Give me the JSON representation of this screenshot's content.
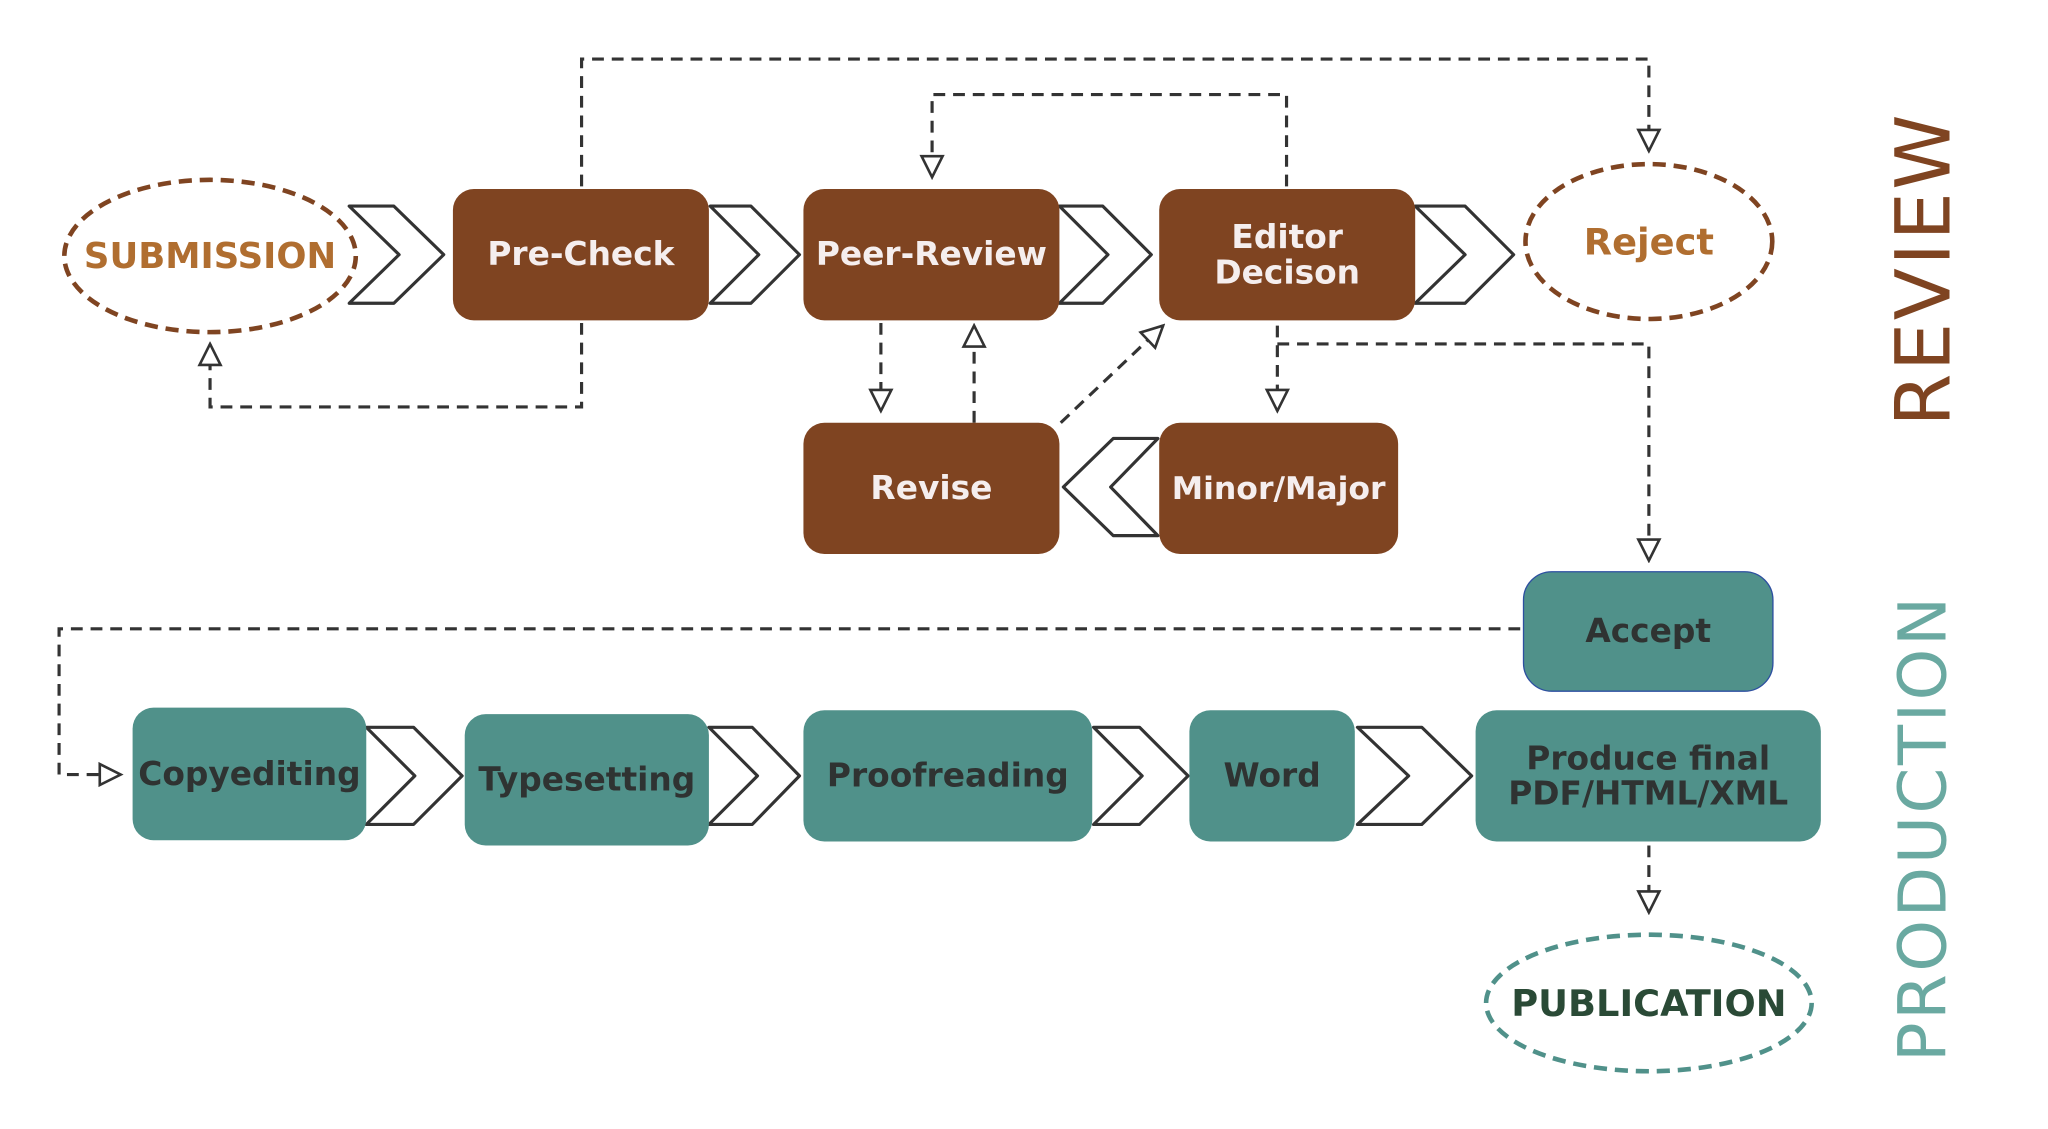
{
  "colors": {
    "review_brown": "#7f4421",
    "review_text": "#b06e30",
    "production_teal": "#50918a",
    "publication_text": "#2a4a36",
    "connector": "#333333",
    "accept_border": "#2d4fa0"
  },
  "sections": {
    "review": "REVIEW",
    "production": "PRODUCTION"
  },
  "review": {
    "submission": "SUBMISSION",
    "pre_check": "Pre-Check",
    "peer_review": "Peer-Review",
    "editor_decision_line1": "Editor",
    "editor_decision_line2": "Decison",
    "reject": "Reject",
    "revise": "Revise",
    "minor_major": "Minor/Major"
  },
  "production": {
    "accept": "Accept",
    "copyediting": "Copyediting",
    "typesetting": "Typesetting",
    "proofreading": "Proofreading",
    "word": "Word",
    "produce_line1": "Produce final",
    "produce_line2": "PDF/HTML/XML",
    "publication": "PUBLICATION"
  }
}
